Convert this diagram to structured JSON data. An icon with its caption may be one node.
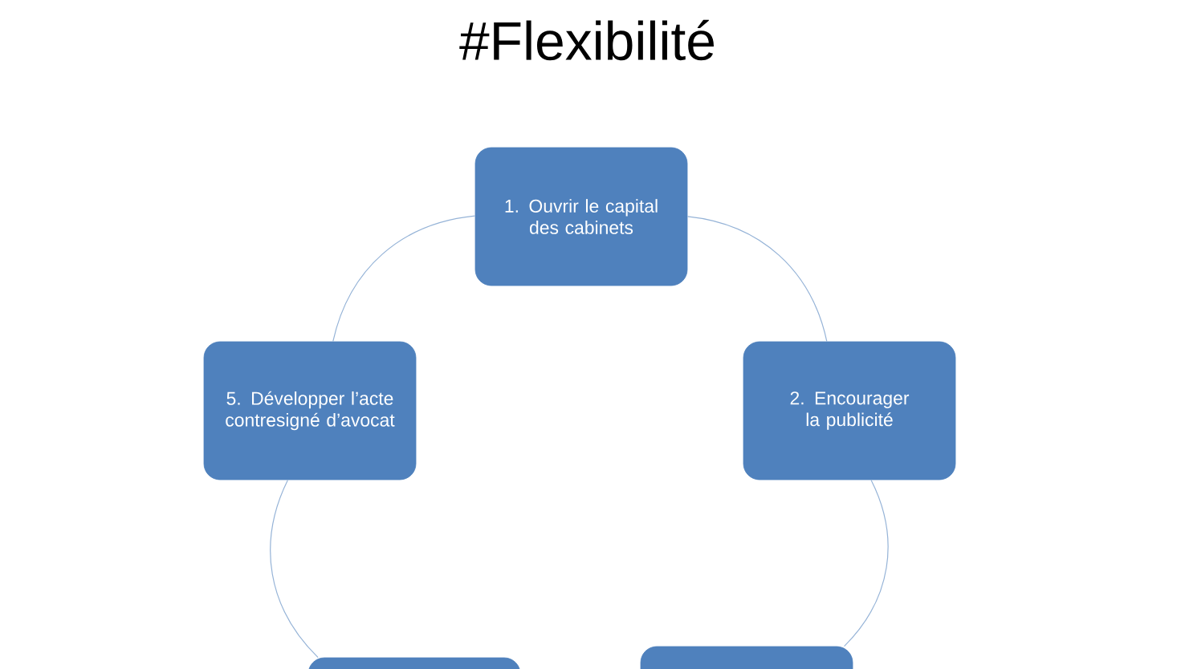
{
  "diagram": {
    "title": "#Flexibilité",
    "nodes": [
      {
        "text": [
          "1. Ouvrir le capital des cabinets"
        ]
      },
      {
        "text": [
          "5. Développer l’acte contresigné d’avocat"
        ]
      },
      {
        "text": [
          "2. Encourager la publicité"
        ]
      },
      {
        "text": [],
        "shape": "box"
      },
      {
        "text": [],
        "shape": "box"
      }
    ],
    "edges": [
      {
        "from": 0,
        "to": 2,
        "arrow": "none"
      },
      {
        "from": 2,
        "to": 4,
        "arrow": "none"
      },
      {
        "from": 3,
        "to": 1,
        "arrow": "none"
      },
      {
        "from": 1,
        "to": 0,
        "arrow": "none"
      }
    ]
  }
}
